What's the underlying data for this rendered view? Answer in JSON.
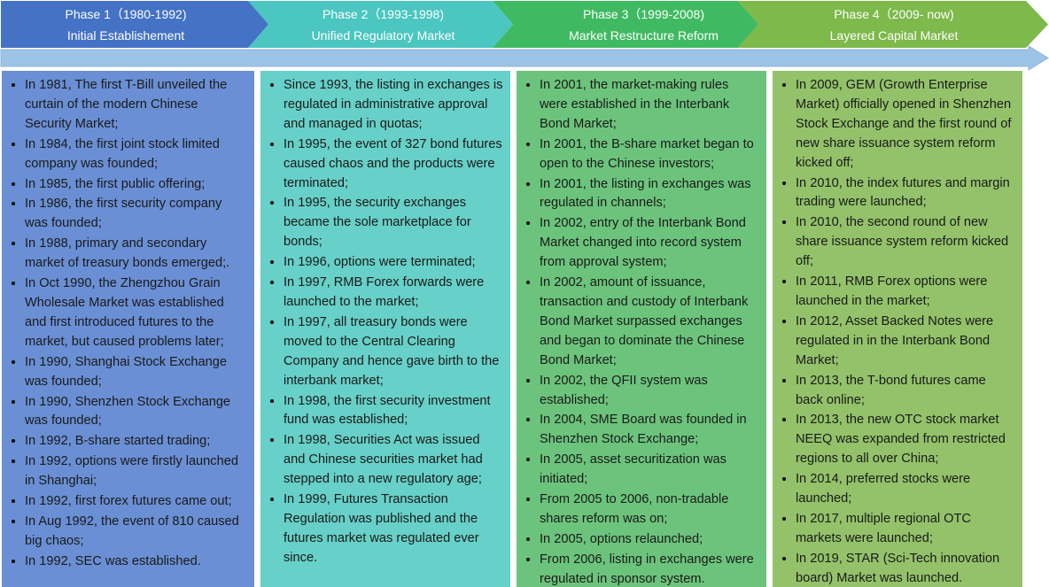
{
  "colors": {
    "phase1": "#4472c4",
    "phase2": "#4bc6c0",
    "phase3": "#3fba62",
    "phase4": "#7db94b",
    "arrow": "#9dc3e6",
    "col1": "#6a8fd4",
    "col2": "#67d0c8",
    "col3": "#6cc47c",
    "col4": "#93c26a"
  },
  "phases": [
    {
      "range": "Phase 1（1980-1992)",
      "name": "Initial Establishement",
      "events": [
        "In 1981, The first T-Bill unveiled the curtain of the modern Chinese Security Market;",
        "In 1984, the first joint stock limited company was founded;",
        "In 1985, the first public offering;",
        "In 1986, the first security company was founded;",
        "In 1988, primary and secondary market of treasury bonds emerged;.",
        "In Oct 1990, the Zhengzhou Grain Wholesale Market was established and first introduced futures to the market, but caused problems later;",
        "In 1990, Shanghai Stock Exchange was founded;",
        "In 1990, Shenzhen Stock Exchange was founded;",
        "In 1992, B-share started trading;",
        "In 1992, options were firstly launched in Shanghai;",
        "In 1992, first forex futures came out;",
        "In Aug 1992, the event of 810 caused big chaos;",
        "In 1992, SEC was established."
      ]
    },
    {
      "range": "Phase 2（1993-1998)",
      "name": "Unified Regulatory Market",
      "events": [
        "Since 1993, the listing in exchanges is regulated in administrative approval and managed in quotas;",
        "In 1995, the event of 327 bond futures caused chaos and the products were terminated;",
        "In 1995, the security exchanges became the sole marketplace for bonds;",
        "In 1996, options were terminated;",
        "In 1997, RMB Forex forwards were launched to the market;",
        "In 1997, all treasury bonds were moved to the Central Clearing Company and hence gave birth to the  interbank market;",
        "In 1998, the first security investment fund was established;",
        "In 1998, Securities Act was issued and Chinese securities market had stepped into a new regulatory age;",
        "In 1999, Futures Transaction Regulation was published and the futures market was regulated ever since."
      ]
    },
    {
      "range": "Phase 3（1999-2008)",
      "name": "Market Restructure Reform",
      "events": [
        "In 2001, the market-making rules were established in the Interbank Bond Market;",
        "In 2001, the B-share market began to open to the Chinese investors;",
        "In 2001, the listing in exchanges was regulated in channels;",
        "In 2002, entry of the Interbank Bond Market changed into record system from approval system;",
        "In 2002, amount of issuance, transaction and custody of Interbank Bond Market surpassed exchanges and began to dominate the Chinese Bond Market;",
        "In 2002, the QFII system was established;",
        "In 2004, SME Board was founded in Shenzhen Stock Exchange;",
        "In 2005, asset securitization was initiated;",
        "From 2005 to 2006, non-tradable shares reform was on;",
        "In 2005, options relaunched;",
        "From 2006, listing in exchanges were regulated in sponsor system."
      ]
    },
    {
      "range": "Phase 4（2009- now)",
      "name": "Layered Capital Market",
      "events": [
        "In 2009, GEM (Growth Enterprise Market) officially opened in Shenzhen Stock Exchange and the first round of new share issuance system reform kicked off;",
        "In 2010, the index futures and margin trading were launched;",
        "In 2010, the second round of new share issuance system reform kicked off;",
        "In 2011, RMB Forex options were launched in the market;",
        "In 2012, Asset Backed Notes were regulated in in the Interbank Bond Market;",
        "In 2013, the T-bond futures came back online;",
        "In 2013, the new OTC stock market NEEQ was expanded from restricted regions to all over China;",
        "In 2014, preferred stocks were launched;",
        "In 2017, multiple regional OTC markets were launched;",
        "In 2019, STAR (Sci-Tech innovation board)  Market was launched."
      ]
    }
  ]
}
